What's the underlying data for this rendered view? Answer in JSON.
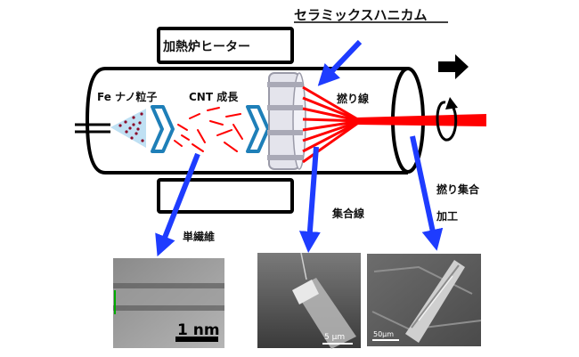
{
  "labels": {
    "honeycomb_title": "セラミックスハニカム",
    "heater": "加熱炉ヒーター",
    "fe": "Fe ナノ粒子",
    "cnt_growth": "CNT 成長",
    "twisted_wire": "撚り線",
    "twisted_assembly_1": "撚り集合",
    "twisted_assembly_2": "加工",
    "assembled_wire": "集合線",
    "single_fiber": "単繊維"
  },
  "scale_bars": {
    "tem": "1 nm",
    "sem_fiber": "5 µm",
    "sem_twisted": "50µm"
  },
  "colors": {
    "blue_arrow": "#1e3cff",
    "red_line": "#ff0000",
    "chevron": "#1e7fb8",
    "particles": "#8a0a2a",
    "cone": "#bfe0f3"
  }
}
